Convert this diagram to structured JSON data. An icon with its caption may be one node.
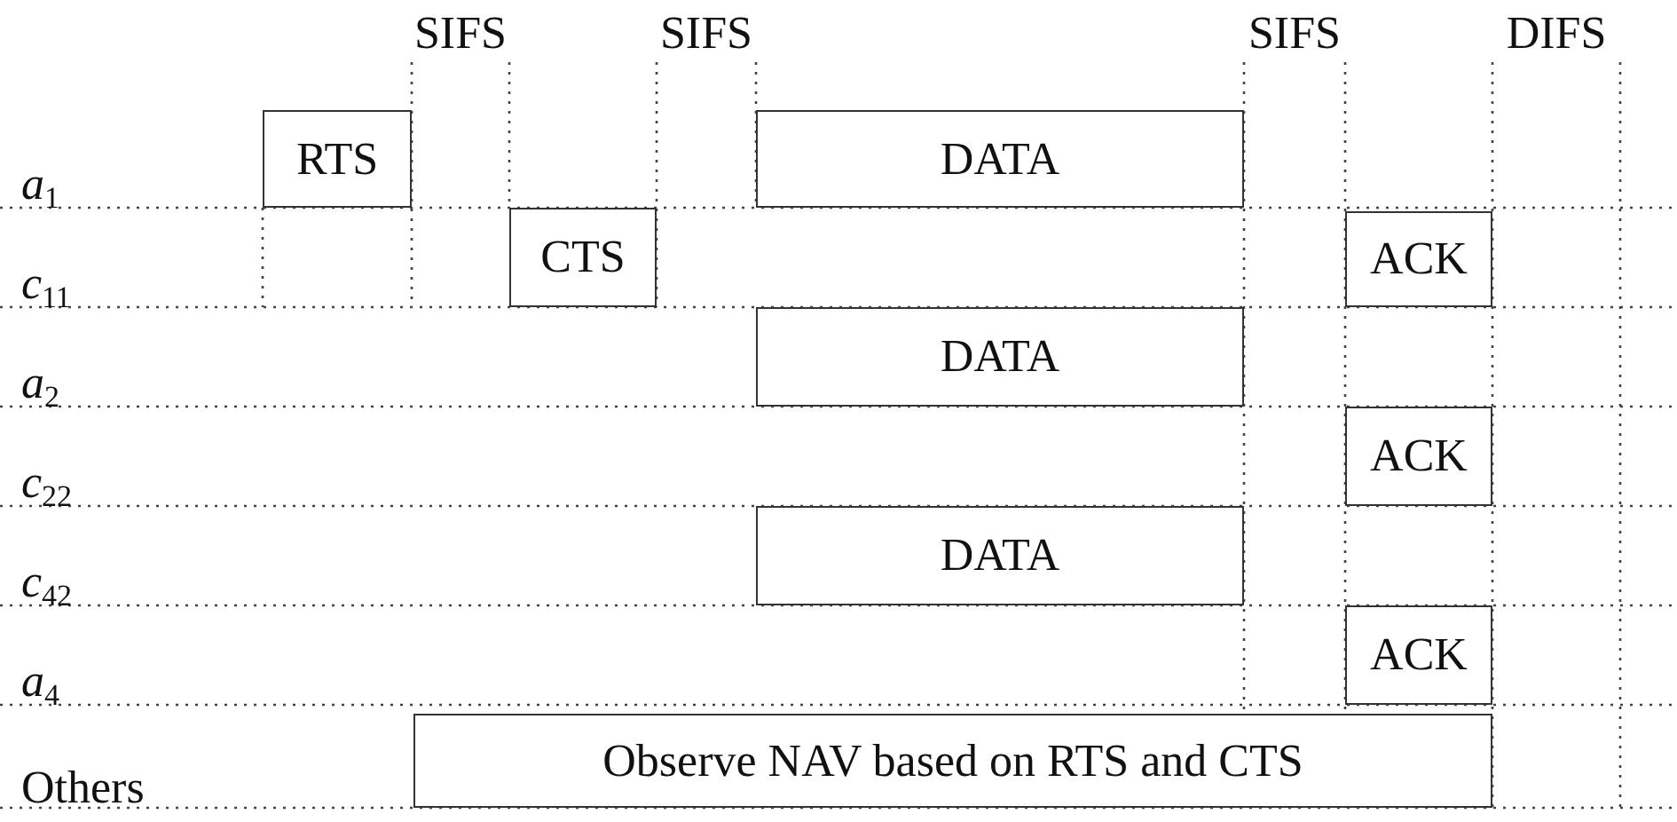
{
  "diagram": {
    "nodes": [
      {
        "text": [
          "RTS"
        ]
      },
      {
        "text": [
          "DATA"
        ]
      },
      {
        "text": [
          "CTS"
        ]
      },
      {
        "text": [
          "ACK"
        ]
      },
      {
        "text": [
          "DATA"
        ]
      },
      {
        "text": [
          "ACK"
        ]
      },
      {
        "text": [
          "DATA"
        ]
      },
      {
        "text": [
          "ACK"
        ]
      },
      {
        "text": [
          "Observe NAV based on RTS and CTS"
        ]
      }
    ],
    "labels": [
      "SIFS",
      "SIFS",
      "SIFS",
      "DIFS",
      "*a*$_{1}$",
      "*c*$_{11}$",
      "*a*$_{2}$",
      "*c*$_{22}$",
      "*c*$_{42}$",
      "*a*$_{4}$",
      "Others"
    ]
  }
}
